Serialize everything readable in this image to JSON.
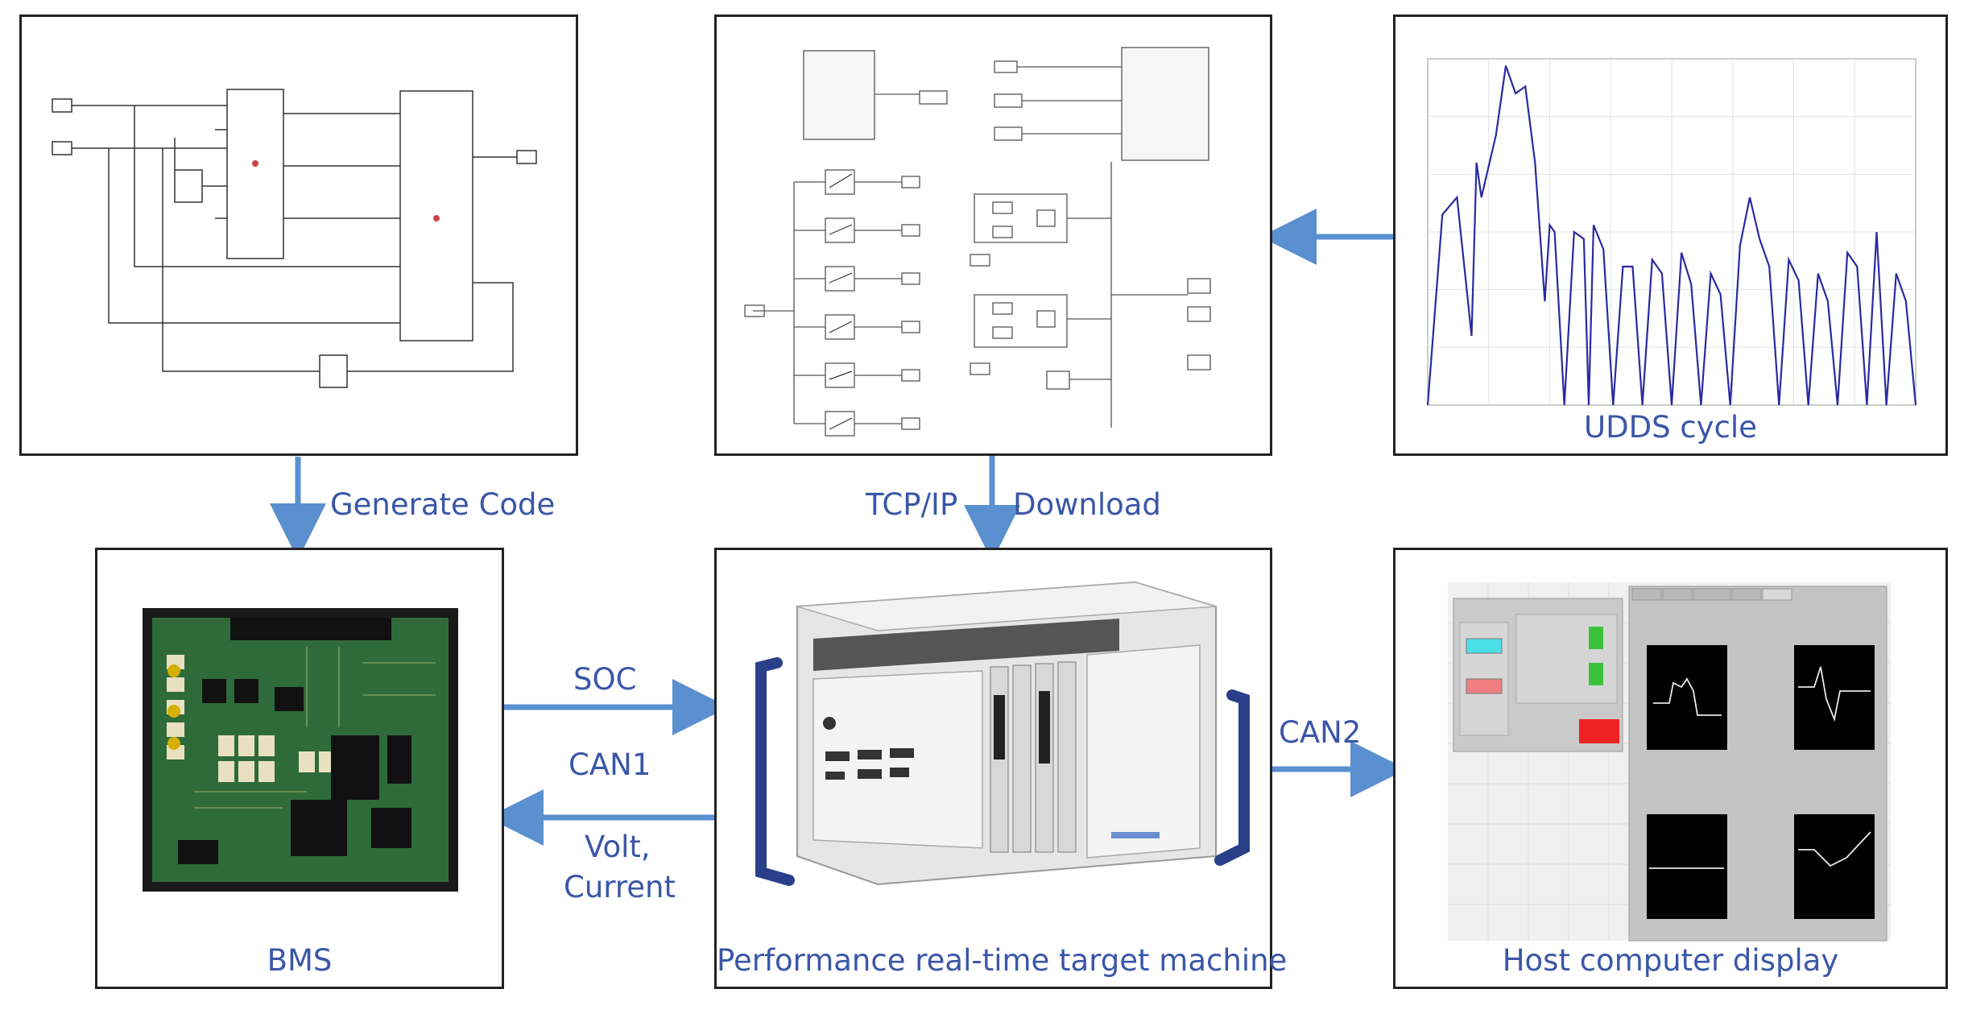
{
  "panels": {
    "uddscycle": {
      "caption": "UDDS cycle"
    },
    "bms": {
      "caption": "BMS"
    },
    "target": {
      "caption": "Performance real-time target machine"
    },
    "host": {
      "caption": "Host computer display"
    }
  },
  "arrows": {
    "generate_code": "Generate Code",
    "tcpip": "TCP/IP",
    "download": "Download",
    "soc": "SOC",
    "can1": "CAN1",
    "volt": "Volt,",
    "current": "Current",
    "can2": "CAN2"
  },
  "colors": {
    "arrow": "#5a8fd0",
    "label": "#3a56a8",
    "border": "#222222",
    "pcb": "#2f6b3a",
    "plot_line": "#2a2aa0"
  },
  "chart_data": {
    "type": "line",
    "title": "",
    "xlabel": "",
    "ylabel": "",
    "x": [
      0,
      3,
      6,
      9,
      10,
      11,
      14,
      16,
      18,
      20,
      22,
      24,
      25,
      26,
      28,
      30,
      32,
      33,
      34,
      36,
      38,
      40,
      42,
      44,
      46,
      48,
      50,
      52,
      54,
      56,
      58,
      60,
      62,
      64,
      66,
      68,
      70,
      72,
      74,
      76,
      78,
      80,
      82,
      84,
      86,
      88,
      90,
      92,
      94,
      96,
      98,
      100
    ],
    "y": [
      0,
      0.55,
      0.6,
      0.2,
      0.7,
      0.6,
      0.78,
      0.98,
      0.9,
      0.92,
      0.7,
      0.3,
      0.52,
      0.5,
      0.0,
      0.5,
      0.48,
      0.0,
      0.52,
      0.45,
      0.0,
      0.4,
      0.4,
      0.0,
      0.42,
      0.38,
      0.0,
      0.44,
      0.35,
      0.0,
      0.38,
      0.32,
      0.0,
      0.46,
      0.6,
      0.48,
      0.4,
      0.0,
      0.42,
      0.36,
      0.0,
      0.38,
      0.3,
      0.0,
      0.44,
      0.4,
      0.0,
      0.5,
      0.0,
      0.38,
      0.3,
      0.0
    ],
    "xlim": [
      0,
      100
    ],
    "ylim": [
      0,
      1
    ],
    "grid": true
  }
}
